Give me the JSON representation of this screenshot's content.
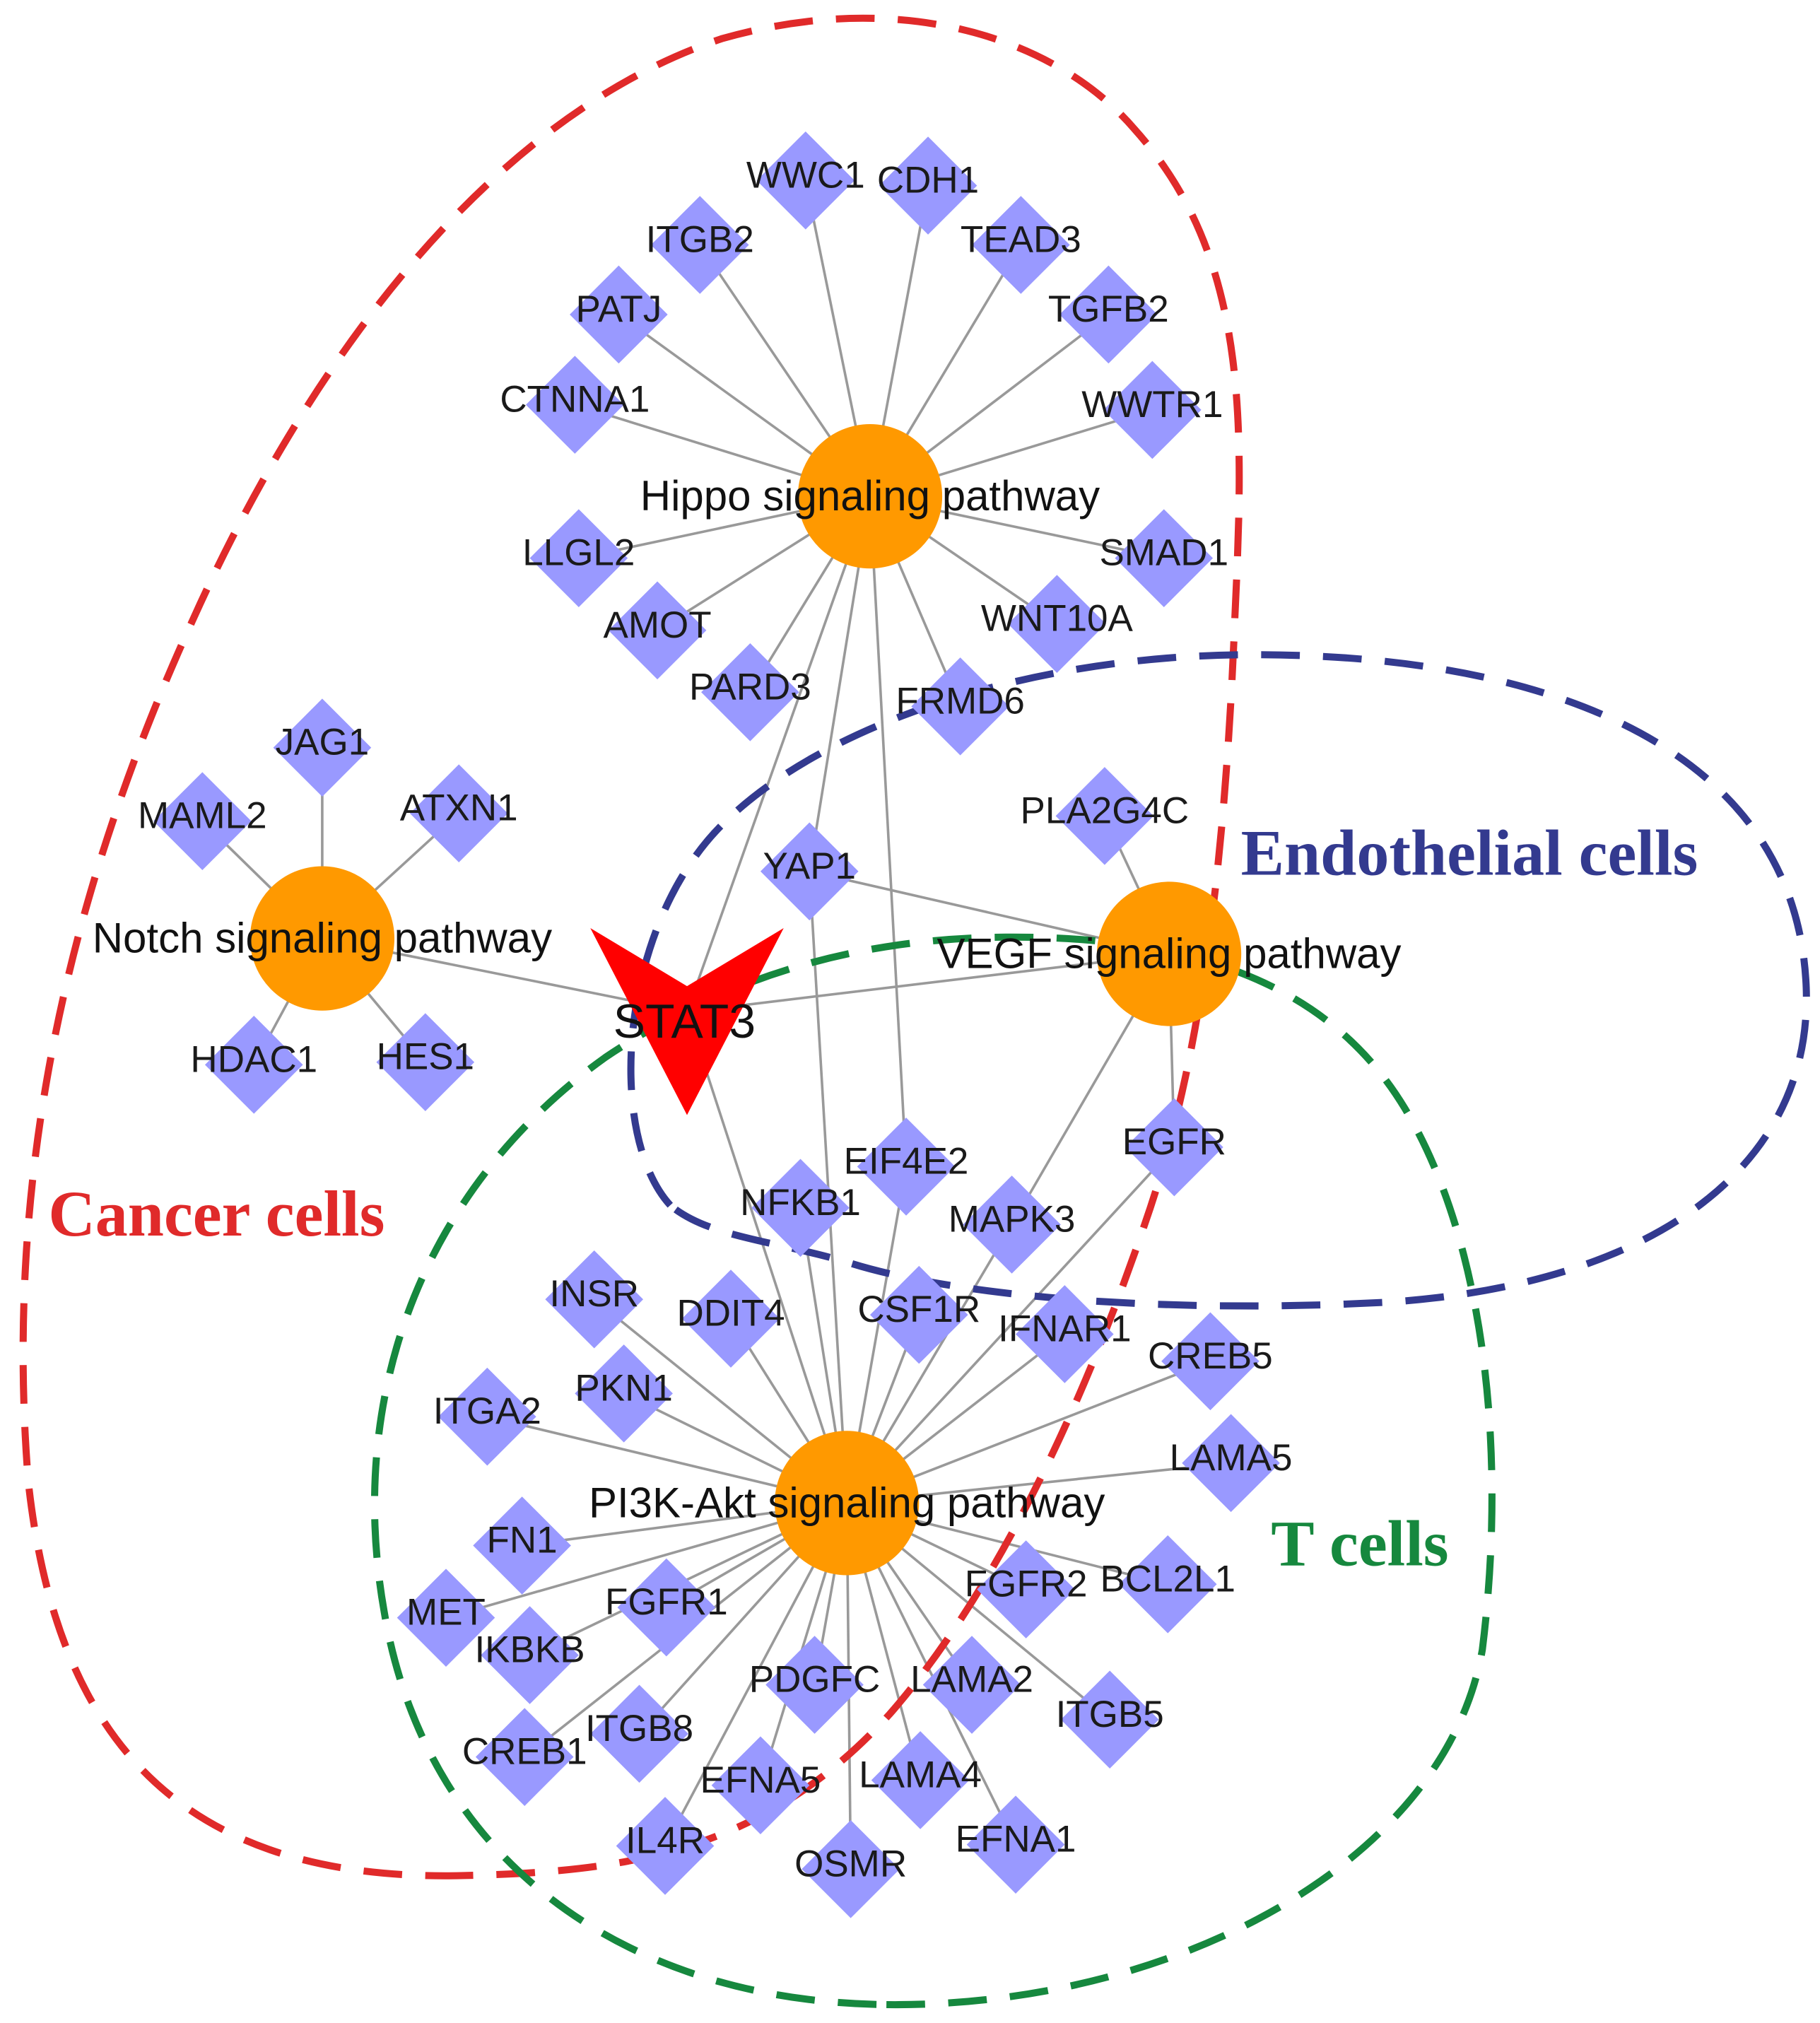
{
  "colors": {
    "edge": "#999999",
    "gene": "#9999ff",
    "pathway": "#ff9900",
    "hub": "#ff0000",
    "cancer": "#e02a2a",
    "endothelial": "#333a8f",
    "tcells": "#16883e"
  },
  "regions": [
    {
      "id": "cancer",
      "label": "Cancer cells"
    },
    {
      "id": "endothelial",
      "label": "Endothelial cells"
    },
    {
      "id": "tcells",
      "label": "T cells"
    }
  ],
  "hub": {
    "id": "STAT3",
    "label": "STAT3"
  },
  "pathways": [
    {
      "id": "hippo",
      "label": "Hippo signaling pathway"
    },
    {
      "id": "notch",
      "label": "Notch signaling pathway"
    },
    {
      "id": "vegf",
      "label": "VEGF signaling pathway"
    },
    {
      "id": "pi3k",
      "label": "PI3K-Akt signaling pathway"
    }
  ],
  "genes": [
    {
      "id": "WWC1",
      "label": "WWC1"
    },
    {
      "id": "CDH1",
      "label": "CDH1"
    },
    {
      "id": "ITGB2",
      "label": "ITGB2"
    },
    {
      "id": "TEAD3",
      "label": "TEAD3"
    },
    {
      "id": "PATJ",
      "label": "PATJ"
    },
    {
      "id": "TGFB2",
      "label": "TGFB2"
    },
    {
      "id": "CTNNA1",
      "label": "CTNNA1"
    },
    {
      "id": "WWTR1",
      "label": "WWTR1"
    },
    {
      "id": "LLGL2",
      "label": "LLGL2"
    },
    {
      "id": "SMAD1",
      "label": "SMAD1"
    },
    {
      "id": "AMOT",
      "label": "AMOT"
    },
    {
      "id": "WNT10A",
      "label": "WNT10A"
    },
    {
      "id": "PARD3",
      "label": "PARD3"
    },
    {
      "id": "FRMD6",
      "label": "FRMD6"
    },
    {
      "id": "JAG1",
      "label": "JAG1"
    },
    {
      "id": "MAML2",
      "label": "MAML2"
    },
    {
      "id": "ATXN1",
      "label": "ATXN1"
    },
    {
      "id": "HDAC1",
      "label": "HDAC1"
    },
    {
      "id": "HES1",
      "label": "HES1"
    },
    {
      "id": "YAP1",
      "label": "YAP1"
    },
    {
      "id": "PLA2G4C",
      "label": "PLA2G4C"
    },
    {
      "id": "EGFR",
      "label": "EGFR"
    },
    {
      "id": "MAPK3",
      "label": "MAPK3"
    },
    {
      "id": "EIF4E2",
      "label": "EIF4E2"
    },
    {
      "id": "NFKB1",
      "label": "NFKB1"
    },
    {
      "id": "INSR",
      "label": "INSR"
    },
    {
      "id": "DDIT4",
      "label": "DDIT4"
    },
    {
      "id": "CSF1R",
      "label": "CSF1R"
    },
    {
      "id": "IFNAR1",
      "label": "IFNAR1"
    },
    {
      "id": "CREB5",
      "label": "CREB5"
    },
    {
      "id": "ITGA2",
      "label": "ITGA2"
    },
    {
      "id": "PKN1",
      "label": "PKN1"
    },
    {
      "id": "LAMA5",
      "label": "LAMA5"
    },
    {
      "id": "FN1",
      "label": "FN1"
    },
    {
      "id": "BCL2L1",
      "label": "BCL2L1"
    },
    {
      "id": "MET",
      "label": "MET"
    },
    {
      "id": "FGFR1",
      "label": "FGFR1"
    },
    {
      "id": "FGFR2",
      "label": "FGFR2"
    },
    {
      "id": "IKBKB",
      "label": "IKBKB"
    },
    {
      "id": "PDGFC",
      "label": "PDGFC"
    },
    {
      "id": "LAMA2",
      "label": "LAMA2"
    },
    {
      "id": "ITGB5",
      "label": "ITGB5"
    },
    {
      "id": "CREB1",
      "label": "CREB1"
    },
    {
      "id": "ITGB8",
      "label": "ITGB8"
    },
    {
      "id": "EFNA5",
      "label": "EFNA5"
    },
    {
      "id": "LAMA4",
      "label": "LAMA4"
    },
    {
      "id": "IL4R",
      "label": "IL4R"
    },
    {
      "id": "OSMR",
      "label": "OSMR"
    },
    {
      "id": "EFNA1",
      "label": "EFNA1"
    }
  ],
  "edges": [
    [
      "hippo",
      "WWC1"
    ],
    [
      "hippo",
      "CDH1"
    ],
    [
      "hippo",
      "ITGB2"
    ],
    [
      "hippo",
      "TEAD3"
    ],
    [
      "hippo",
      "PATJ"
    ],
    [
      "hippo",
      "TGFB2"
    ],
    [
      "hippo",
      "CTNNA1"
    ],
    [
      "hippo",
      "WWTR1"
    ],
    [
      "hippo",
      "LLGL2"
    ],
    [
      "hippo",
      "SMAD1"
    ],
    [
      "hippo",
      "AMOT"
    ],
    [
      "hippo",
      "WNT10A"
    ],
    [
      "hippo",
      "PARD3"
    ],
    [
      "hippo",
      "FRMD6"
    ],
    [
      "hippo",
      "YAP1"
    ],
    [
      "hippo",
      "EIF4E2"
    ],
    [
      "hippo",
      "STAT3"
    ],
    [
      "notch",
      "JAG1"
    ],
    [
      "notch",
      "MAML2"
    ],
    [
      "notch",
      "ATXN1"
    ],
    [
      "notch",
      "HDAC1"
    ],
    [
      "notch",
      "HES1"
    ],
    [
      "notch",
      "STAT3"
    ],
    [
      "vegf",
      "PLA2G4C"
    ],
    [
      "vegf",
      "YAP1"
    ],
    [
      "vegf",
      "EGFR"
    ],
    [
      "vegf",
      "MAPK3"
    ],
    [
      "vegf",
      "STAT3"
    ],
    [
      "pi3k",
      "STAT3"
    ],
    [
      "pi3k",
      "YAP1"
    ],
    [
      "pi3k",
      "EIF4E2"
    ],
    [
      "pi3k",
      "NFKB1"
    ],
    [
      "pi3k",
      "EGFR"
    ],
    [
      "pi3k",
      "MAPK3"
    ],
    [
      "pi3k",
      "INSR"
    ],
    [
      "pi3k",
      "DDIT4"
    ],
    [
      "pi3k",
      "CSF1R"
    ],
    [
      "pi3k",
      "IFNAR1"
    ],
    [
      "pi3k",
      "CREB5"
    ],
    [
      "pi3k",
      "ITGA2"
    ],
    [
      "pi3k",
      "PKN1"
    ],
    [
      "pi3k",
      "LAMA5"
    ],
    [
      "pi3k",
      "FN1"
    ],
    [
      "pi3k",
      "BCL2L1"
    ],
    [
      "pi3k",
      "MET"
    ],
    [
      "pi3k",
      "FGFR1"
    ],
    [
      "pi3k",
      "FGFR2"
    ],
    [
      "pi3k",
      "IKBKB"
    ],
    [
      "pi3k",
      "PDGFC"
    ],
    [
      "pi3k",
      "LAMA2"
    ],
    [
      "pi3k",
      "ITGB5"
    ],
    [
      "pi3k",
      "CREB1"
    ],
    [
      "pi3k",
      "ITGB8"
    ],
    [
      "pi3k",
      "EFNA5"
    ],
    [
      "pi3k",
      "LAMA4"
    ],
    [
      "pi3k",
      "IL4R"
    ],
    [
      "pi3k",
      "OSMR"
    ],
    [
      "pi3k",
      "EFNA1"
    ]
  ]
}
